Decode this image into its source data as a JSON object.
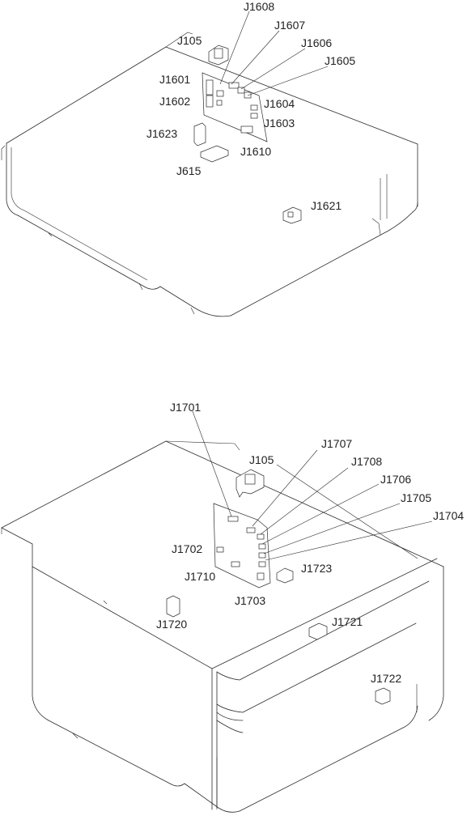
{
  "top_unit": {
    "labels": {
      "j1608": "J1608",
      "j105": "J105",
      "j1607": "J1607",
      "j1606": "J1606",
      "j1605": "J1605",
      "j1601": "J1601",
      "j1602": "J1602",
      "j1604": "J1604",
      "j1603": "J1603",
      "j1623": "J1623",
      "j1610": "J1610",
      "j615": "J615",
      "j1621": "J1621"
    }
  },
  "bottom_unit": {
    "labels": {
      "j1701": "J1701",
      "j1707": "J1707",
      "j105": "J105",
      "j1708": "J1708",
      "j1706": "J1706",
      "j1705": "J1705",
      "j1704": "J1704",
      "j1702": "J1702",
      "j1723": "J1723",
      "j1710": "J1710",
      "j1703": "J1703",
      "j1720": "J1720",
      "j1721": "J1721",
      "j1722": "J1722"
    }
  }
}
